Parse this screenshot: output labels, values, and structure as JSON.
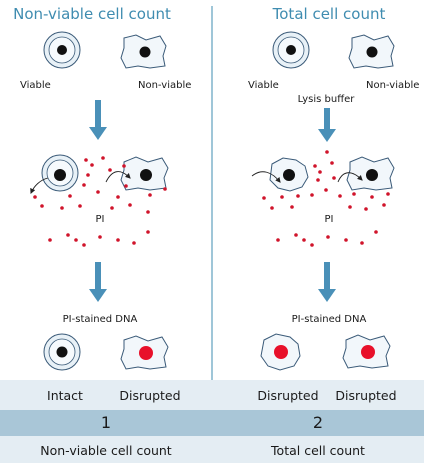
{
  "colors": {
    "title": "#3f8cb0",
    "arrow": "#4a90b8",
    "dot": "#d0142b",
    "cell_outline": "#3a5a78",
    "cell_fill": "#f2f7fb",
    "nucleus": "#111111",
    "stained_nucleus": "#e8102a",
    "divider": "#3f8cb0"
  },
  "left_panel": {
    "title": "Non-viable cell count",
    "viable_label": "Viable",
    "nonviable_label": "Non-viable",
    "pi_label": "PI",
    "stained_label": "PI-stained DNA"
  },
  "right_panel": {
    "title": "Total cell count",
    "viable_label": "Viable",
    "nonviable_label": "Non-viable",
    "lysis_label": "Lysis buffer",
    "pi_label": "PI",
    "stained_label": "PI-stained DNA"
  },
  "table": {
    "state_labels": [
      "Intact",
      "Disrupted",
      "Disrupted",
      "Disrupted"
    ],
    "numbers": [
      "1",
      "2"
    ],
    "captions": [
      "Non-viable cell count",
      "Total cell count"
    ]
  }
}
